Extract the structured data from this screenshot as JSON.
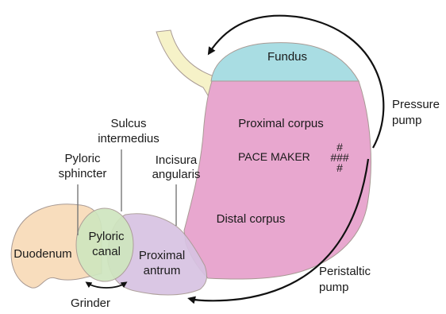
{
  "labels": {
    "fundus": "Fundus",
    "proximal_corpus": "Proximal corpus",
    "pacemaker": "PACE MAKER",
    "pacemaker_marks": [
      "#",
      "###",
      "#"
    ],
    "distal_corpus": "Distal corpus",
    "sulcus": [
      "Sulcus",
      "intermedius"
    ],
    "pyloric_sphincter": [
      "Pyloric",
      "sphincter"
    ],
    "incisura": [
      "Incisura",
      "angularis"
    ],
    "pyloric_canal": [
      "Pyloric",
      "canal"
    ],
    "duodenum": "Duodenum",
    "proximal_antrum": [
      "Proximal",
      "antrum"
    ],
    "grinder": "Grinder",
    "pressure_pump": [
      "Pressure",
      "pump"
    ],
    "peristaltic_pump": [
      "Peristaltic",
      "pump"
    ]
  },
  "colors": {
    "esophagus": "#f6f2c8",
    "fundus": "#a9dde3",
    "corpus": "#e8a7cf",
    "antrum": "#d7c3e2",
    "pyloric_canal": "#cfe6bf",
    "duodenum": "#f8ddbd",
    "outline": "#a89a94",
    "arrow": "#111111"
  }
}
